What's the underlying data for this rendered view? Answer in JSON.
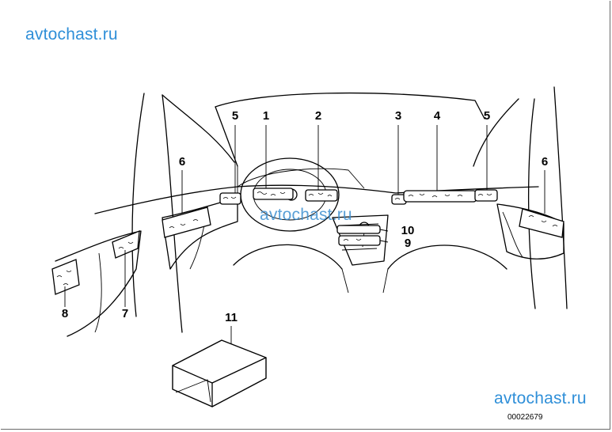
{
  "watermarks": {
    "top": "avtochast.ru",
    "middle": "avtochast.ru",
    "bottom": "avtochast.ru"
  },
  "callouts": {
    "c1": "1",
    "c2": "2",
    "c3": "3",
    "c4": "4",
    "c5_left": "5",
    "c5_right": "5",
    "c6_left": "6",
    "c6_right": "6",
    "c7": "7",
    "c8": "8",
    "c9": "9",
    "c10": "10",
    "c11": "11"
  },
  "document_number": "00022679"
}
